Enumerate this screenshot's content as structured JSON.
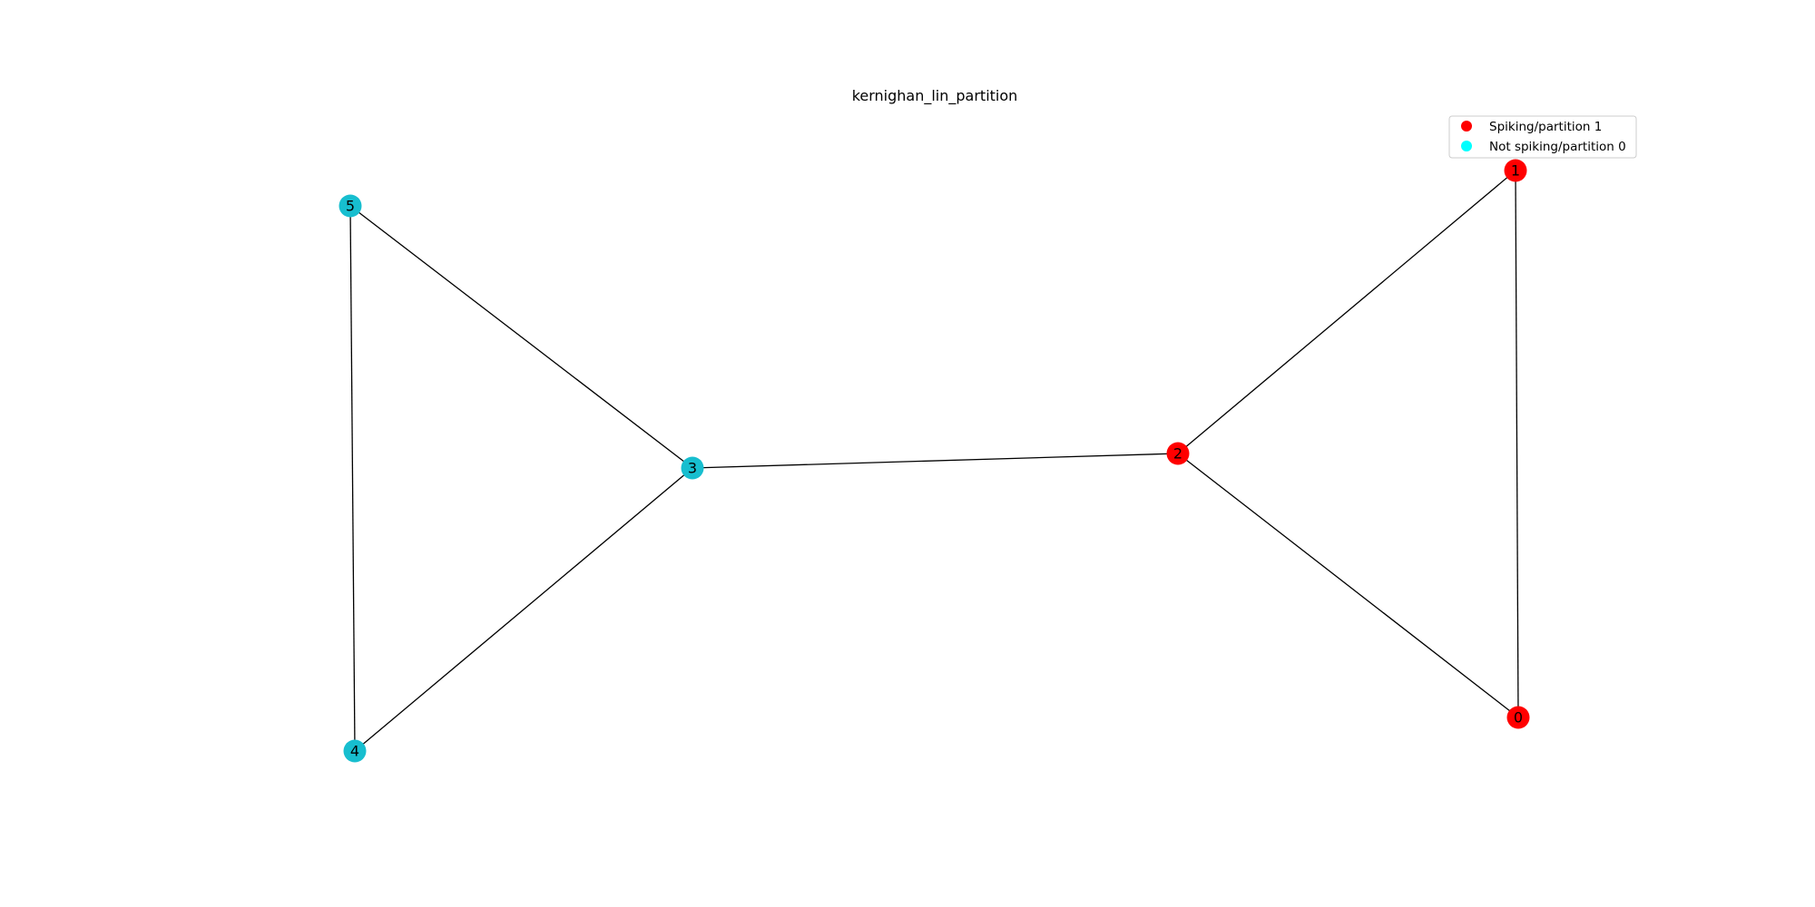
{
  "title": "kernighan_lin_partition",
  "legend": {
    "placement": "upper-right",
    "items": [
      {
        "label": "Spiking/partition 1",
        "color": "#ff0000"
      },
      {
        "label": "Not spiking/partition 0",
        "color": "#00ffff"
      }
    ]
  },
  "colors": {
    "partition_1_node": "#ff0000",
    "partition_0_node": "#17becf",
    "edge": "#000000"
  },
  "nodes": [
    {
      "id": "0",
      "label": "0",
      "partition": 1
    },
    {
      "id": "1",
      "label": "1",
      "partition": 1
    },
    {
      "id": "2",
      "label": "2",
      "partition": 1
    },
    {
      "id": "3",
      "label": "3",
      "partition": 0
    },
    {
      "id": "4",
      "label": "4",
      "partition": 0
    },
    {
      "id": "5",
      "label": "5",
      "partition": 0
    }
  ],
  "edges": [
    [
      "0",
      "1"
    ],
    [
      "0",
      "2"
    ],
    [
      "1",
      "2"
    ],
    [
      "2",
      "3"
    ],
    [
      "3",
      "4"
    ],
    [
      "3",
      "5"
    ],
    [
      "4",
      "5"
    ]
  ]
}
